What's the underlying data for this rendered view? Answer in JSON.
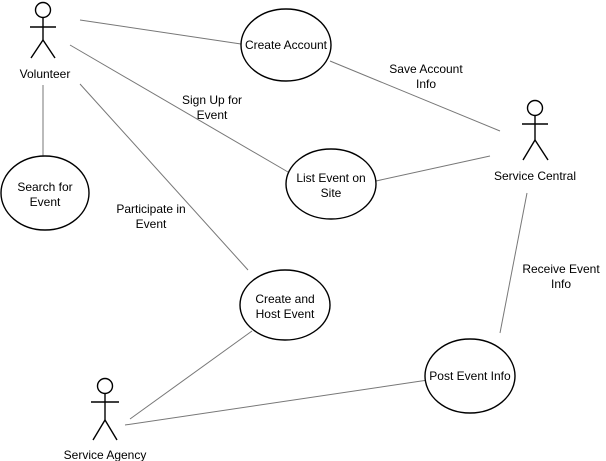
{
  "actors": {
    "volunteer": "Volunteer",
    "service_central": "Service Central",
    "service_agency": "Service Agency"
  },
  "use_cases": {
    "create_account": "Create Account",
    "list_event": [
      "List Event on",
      "Site"
    ],
    "search_event": [
      "Search for",
      "Event"
    ],
    "create_host": [
      "Create and",
      "Host Event"
    ],
    "post_event": "Post Event Info"
  },
  "edge_labels": {
    "save_account": [
      "Save Account",
      "Info"
    ],
    "sign_up": [
      "Sign Up for",
      "Event"
    ],
    "participate": [
      "Participate in",
      "Event"
    ],
    "receive_event": [
      "Receive Event",
      "Info"
    ]
  }
}
